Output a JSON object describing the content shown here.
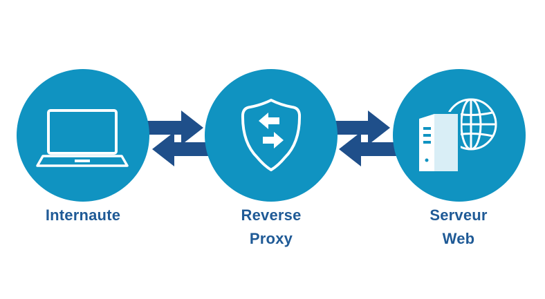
{
  "colors": {
    "node_fill": "#1093c1",
    "arrow_fill": "#1f4f8a",
    "icon_color": "#ffffff",
    "label_color": "#1f5a96"
  },
  "nodes": [
    {
      "id": "internaute",
      "label_lines": [
        "Internaute"
      ],
      "icon": "laptop-icon"
    },
    {
      "id": "reverse-proxy",
      "label_lines": [
        "Reverse",
        "Proxy"
      ],
      "icon": "shield-icon"
    },
    {
      "id": "serveur-web",
      "label_lines": [
        "Serveur",
        "Web"
      ],
      "icon": "server-globe-icon"
    }
  ],
  "connections": [
    {
      "from": "internaute",
      "to": "reverse-proxy",
      "direction": "bidirectional"
    },
    {
      "from": "reverse-proxy",
      "to": "serveur-web",
      "direction": "bidirectional"
    }
  ]
}
